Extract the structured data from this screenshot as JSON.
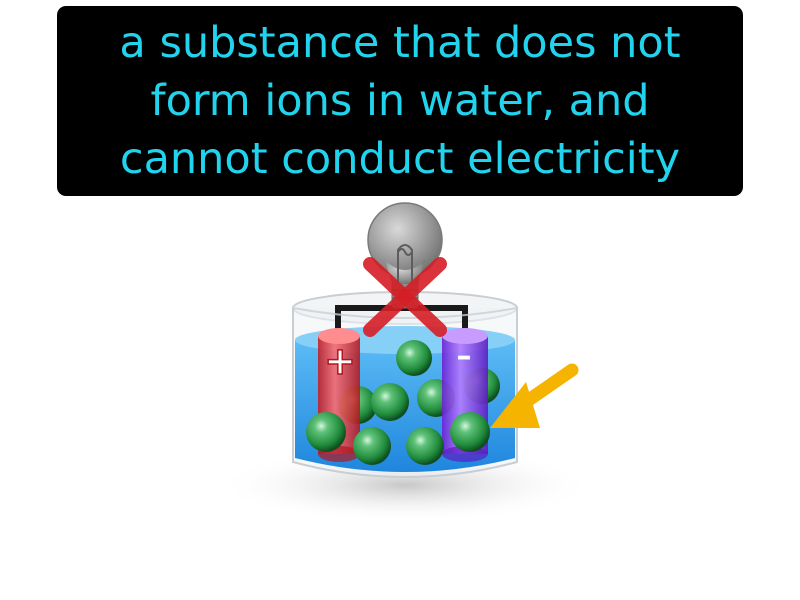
{
  "caption": {
    "lines": [
      "a substance that does not",
      "form ions in water, and",
      "cannot conduct electricity"
    ],
    "text_color": "#22d3ee",
    "background": "#000000"
  },
  "illustration": {
    "bulb_state": "off",
    "cross_mark_icon": "red-x-icon",
    "positive_electrode": {
      "sign": "+",
      "color": "#e0353b"
    },
    "negative_electrode": {
      "sign": "–",
      "color": "#8f3ff0"
    },
    "water_color": "#3aa7f0",
    "molecule_color": "#1f8a3a",
    "arrow_color": "#f5b400"
  }
}
